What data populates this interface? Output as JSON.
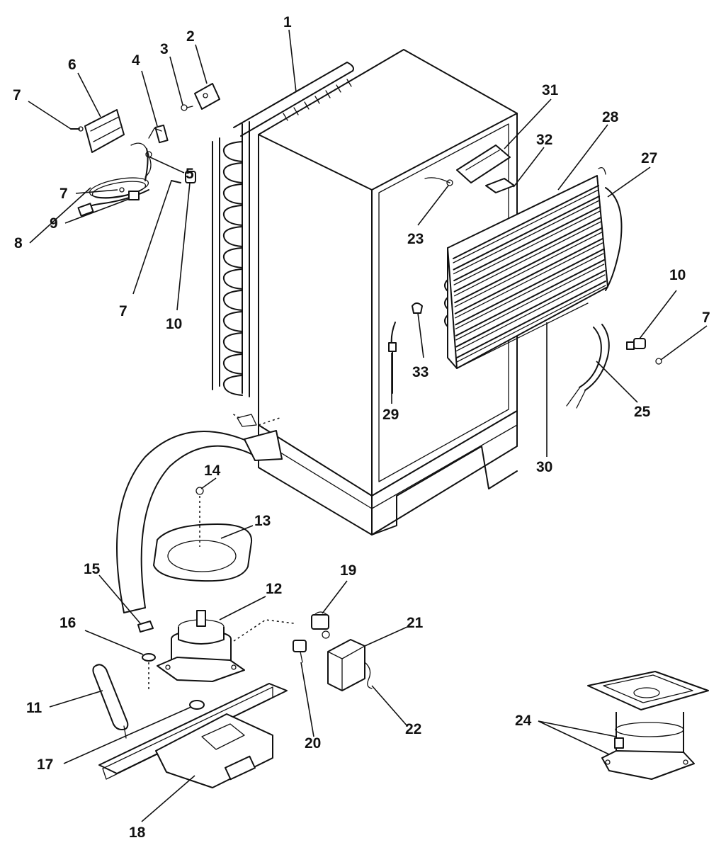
{
  "callouts": [
    {
      "label": "1"
    },
    {
      "label": "2"
    },
    {
      "label": "3"
    },
    {
      "label": "4"
    },
    {
      "label": "5"
    },
    {
      "label": "6"
    },
    {
      "label": "7"
    },
    {
      "label": "7"
    },
    {
      "label": "7"
    },
    {
      "label": "7"
    },
    {
      "label": "8"
    },
    {
      "label": "9"
    },
    {
      "label": "10"
    },
    {
      "label": "10"
    },
    {
      "label": "11"
    },
    {
      "label": "12"
    },
    {
      "label": "13"
    },
    {
      "label": "14"
    },
    {
      "label": "15"
    },
    {
      "label": "16"
    },
    {
      "label": "17"
    },
    {
      "label": "18"
    },
    {
      "label": "19"
    },
    {
      "label": "20"
    },
    {
      "label": "21"
    },
    {
      "label": "22"
    },
    {
      "label": "23"
    },
    {
      "label": "24"
    },
    {
      "label": "25"
    },
    {
      "label": "27"
    },
    {
      "label": "28"
    },
    {
      "label": "29"
    },
    {
      "label": "30"
    },
    {
      "label": "31"
    },
    {
      "label": "32"
    },
    {
      "label": "33"
    }
  ]
}
